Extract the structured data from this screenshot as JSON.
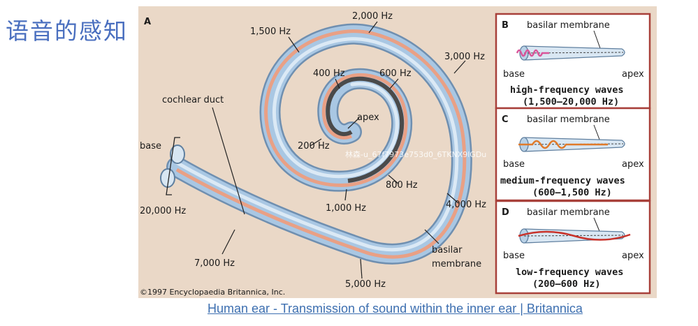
{
  "slide": {
    "title": "语音的感知"
  },
  "figure": {
    "panel_a": {
      "letter": "A",
      "labels": {
        "hz_2000": "2,000 Hz",
        "hz_1500": "1,500 Hz",
        "hz_3000": "3,000 Hz",
        "hz_400": "400 Hz",
        "hz_600": "600 Hz",
        "apex": "apex",
        "cochlear_duct": "cochlear duct",
        "base": "base",
        "hz_200": "200 Hz",
        "hz_800": "800 Hz",
        "hz_1000": "1,000 Hz",
        "hz_4000": "4,000 Hz",
        "hz_20000": "20,000 Hz",
        "basilar_1": "basilar",
        "basilar_2": "membrane",
        "hz_7000": "7,000 Hz",
        "hz_5000": "5,000 Hz"
      },
      "copyright": "©1997 Encyclopaedia Britannica, Inc.",
      "watermark": "林森-u_67f7973e753d0_6TKNX9lGDu"
    },
    "panels": [
      {
        "letter": "B",
        "membrane": "basilar membrane",
        "base": "base",
        "apex": "apex",
        "wave_title": "high-frequency waves",
        "range": "(1,500–20,000 Hz)",
        "wave_color": "#d9559a"
      },
      {
        "letter": "C",
        "membrane": "basilar membrane",
        "base": "base",
        "apex": "apex",
        "wave_title": "medium-frequency waves",
        "range": "(600–1,500 Hz)",
        "wave_color": "#e07a2a"
      },
      {
        "letter": "D",
        "membrane": "basilar membrane",
        "base": "base",
        "apex": "apex",
        "wave_title": "low-frequency waves",
        "range": "(200–600 Hz)",
        "wave_color": "#c8322a"
      }
    ]
  },
  "caption": {
    "link_text": "Human ear - Transmission of sound within the inner ear | Britannica"
  },
  "colors": {
    "background": "#ead8c7",
    "tube_blue": "#9fc0df",
    "membrane_salmon": "#e9a085",
    "panel_border": "#a8403a",
    "title_blue": "#4a6fbf",
    "link_blue": "#3d6fb0"
  }
}
